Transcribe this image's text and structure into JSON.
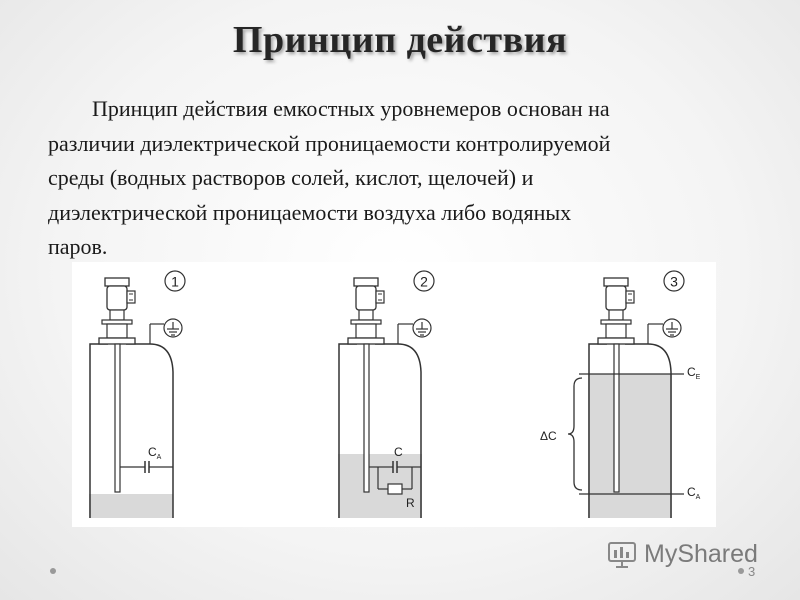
{
  "slide": {
    "title": "Принцип действия",
    "paragraph_lines": [
      "Принцип действия емкостных уровнемеров основан на",
      "различии диэлектрической проницаемости контролируемой",
      "среды (водных растворов солей, кислот, щелочей) и",
      "диэлектрической проницаемости воздуха либо водяных",
      "паров."
    ],
    "page_number": "3"
  },
  "diagram": {
    "panels": [
      {
        "number": "1",
        "capacitor_label": "C",
        "capacitor_subscript": "A"
      },
      {
        "number": "2",
        "capacitor_label": "C",
        "resistor_label": "R"
      },
      {
        "number": "3",
        "top_label": "C",
        "top_subscript": "E",
        "bottom_label": "C",
        "bottom_subscript": "A",
        "delta_label": "ΔC"
      }
    ],
    "colors": {
      "medium_fill": "#d9d9d9",
      "line": "#333333"
    }
  },
  "watermark": {
    "text": "MyShared",
    "icon": "myshared-logo-icon"
  }
}
